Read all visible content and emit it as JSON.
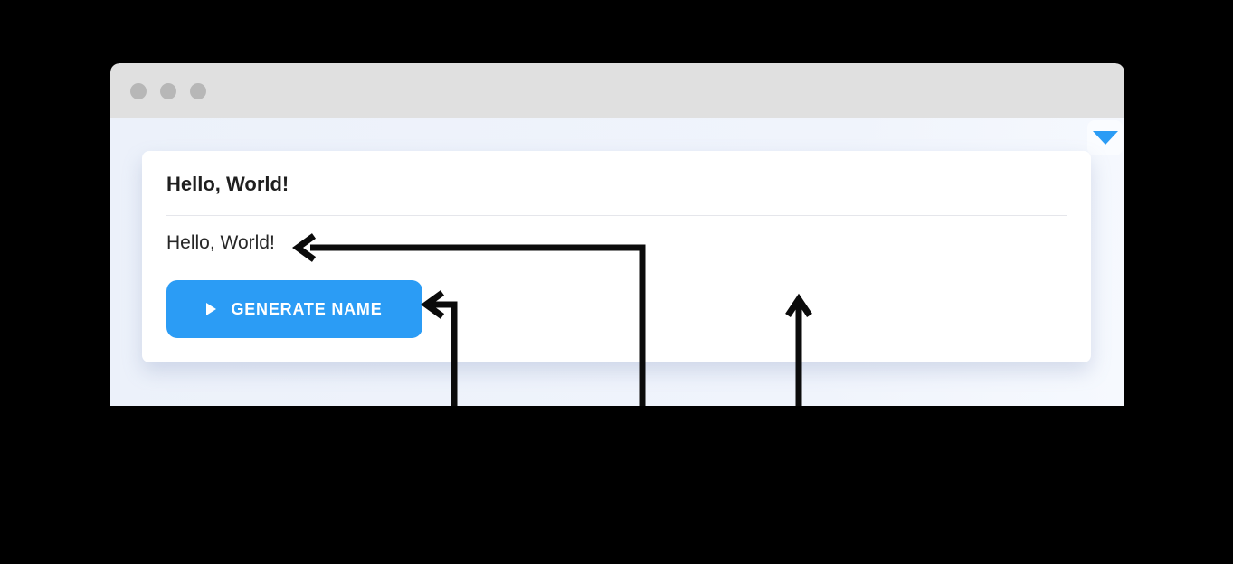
{
  "colors": {
    "canvas_bg": "#000000",
    "titlebar_bg": "#e0e0e0",
    "titlebar_dot": "#b7b7b7",
    "body_bg_left": "#ecf1fa",
    "body_bg_right": "#f6f9fe",
    "caret_panel_bg": "#fafcff",
    "accent_blue": "#2b9cf5",
    "card_bg": "#ffffff",
    "divider": "#e5e6eb",
    "heading_text": "#1f1f1f",
    "body_text": "#262626",
    "button_text": "#ffffff",
    "arrow": "#0b0b0b"
  },
  "browser_window": {
    "titlebar": {
      "dot_count": 3
    },
    "caret_icon": "triangle-down-icon"
  },
  "card": {
    "heading": "Hello, World!",
    "output_text": "Hello, World!",
    "generate_button": {
      "icon": "play-icon",
      "label": "GENERATE NAME"
    }
  },
  "annotations": {
    "arrows": [
      {
        "id": "arrow-to-output-text",
        "points_at": "output-text",
        "direction": "left"
      },
      {
        "id": "arrow-to-generate-button",
        "points_at": "generate-button",
        "direction": "left"
      },
      {
        "id": "arrow-up-to-card-area",
        "points_at": "card-area",
        "direction": "up"
      }
    ]
  }
}
